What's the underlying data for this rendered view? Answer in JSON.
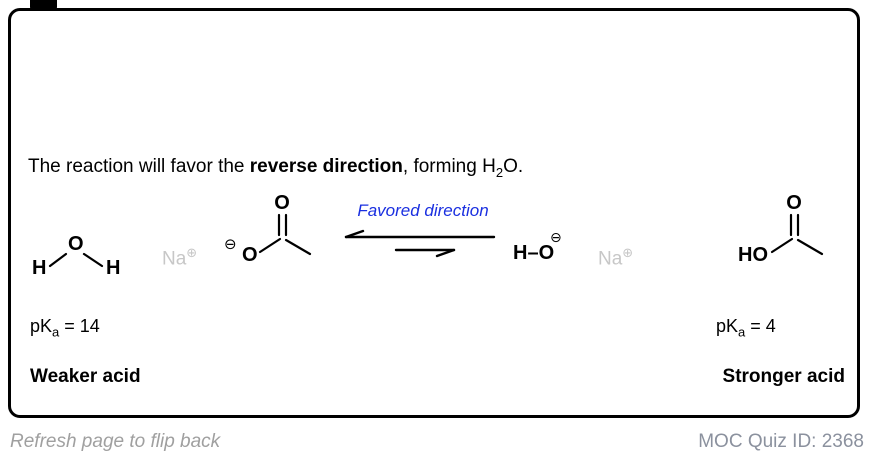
{
  "colors": {
    "ink": "#000000",
    "favored_blue": "#1a2fe0",
    "sodium_gray": "#c7c7c7",
    "footer_gray_italic": "#a0a0a0",
    "footer_gray_id": "#8b919e"
  },
  "card": {
    "statement": {
      "prefix": "The reaction will favor the ",
      "bold": "reverse direction",
      "mid": ", forming H",
      "sub": "2",
      "end": "O."
    },
    "favored_label": "Favored direction",
    "left_pka": {
      "base": "pK",
      "sub": "a",
      "rest": " = 14"
    },
    "right_pka": {
      "base": "pK",
      "sub": "a",
      "rest": " = 4"
    },
    "left_acid": "Weaker acid",
    "right_acid": "Stronger acid"
  },
  "molecules": {
    "water": {
      "h_left": "H",
      "o": "O",
      "h_right": "H"
    },
    "na_left": {
      "symbol": "Na",
      "charge": "⊕"
    },
    "acetate": {
      "charge": "⊖",
      "o_anion": "O",
      "o_carbonyl": "O"
    },
    "hydroxide": {
      "formula": "H–O",
      "charge": "⊖"
    },
    "na_right": {
      "symbol": "Na",
      "charge": "⊕"
    },
    "acetic_acid": {
      "ho": "HO",
      "o_carbonyl": "O"
    }
  },
  "footer": {
    "left": "Refresh page to flip back",
    "right": "MOC Quiz ID: 2368"
  }
}
